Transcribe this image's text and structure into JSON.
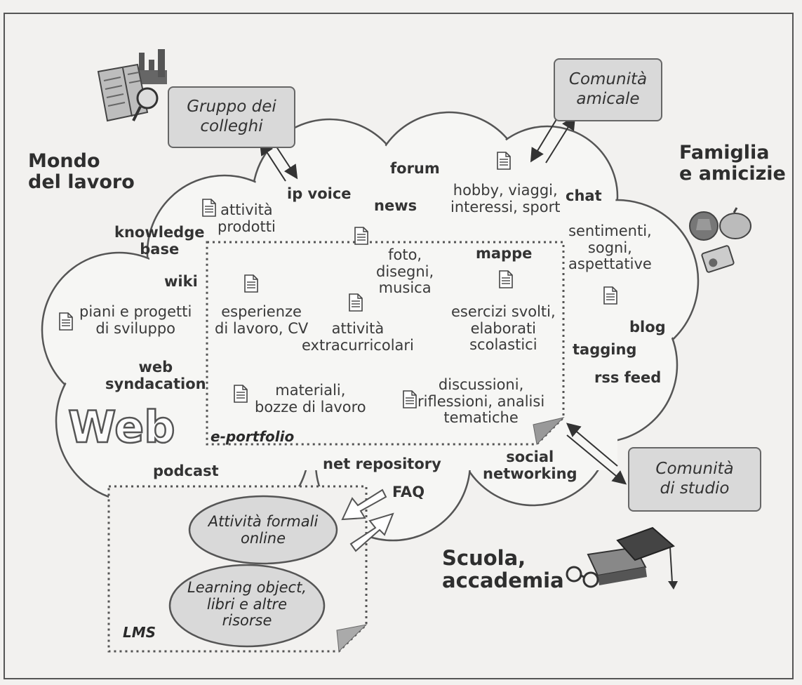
{
  "labels": {
    "mondo": "Mondo\ndel lavoro",
    "famiglia": "Famiglia\ne amicizie",
    "scuola": "Scuola,\naccademia"
  },
  "boxes": {
    "gruppo": "Gruppo dei\ncolleghi",
    "amicale": "Comunità\namicale",
    "studio": "Comunità\ndi studio"
  },
  "keywords": {
    "forum": "forum",
    "ipvoice": "ip voice",
    "news": "news",
    "chat": "chat",
    "knowledge": "knowledge\nbase",
    "wiki": "wiki",
    "mappe": "mappe",
    "blog": "blog",
    "tagging": "tagging",
    "rss": "rss feed",
    "websynd": "web\nsyndacation",
    "podcast": "podcast",
    "netrepo": "net repository",
    "faq": "FAQ",
    "social": "social\nnetworking"
  },
  "items": {
    "attivita_prodotti": "attività\nprodotti",
    "hobby": "hobby, viaggi,\ninteressi, sport",
    "sentimenti": "sentimenti,\nsogni,\naspettative",
    "foto": "foto,\ndisegni,\nmusica",
    "piani": "piani e progetti\ndi sviluppo",
    "esperienze": "esperienze\ndi lavoro, CV",
    "extracurr": "attività\nextracurricolari",
    "esercizi": "esercizi svolti,\nelaborati\nscolastici",
    "materiali": "materiali,\nbozze di lavoro",
    "discussioni": "discussioni,\nriflessioni, analisi\ntematiche"
  },
  "web_logo": "Web",
  "eportfolio": "e-portfolio",
  "lms": {
    "label": "LMS",
    "formali": "Attività formali\nonline",
    "learning": "Learning object,\nlibri e altre\nrisorse"
  }
}
